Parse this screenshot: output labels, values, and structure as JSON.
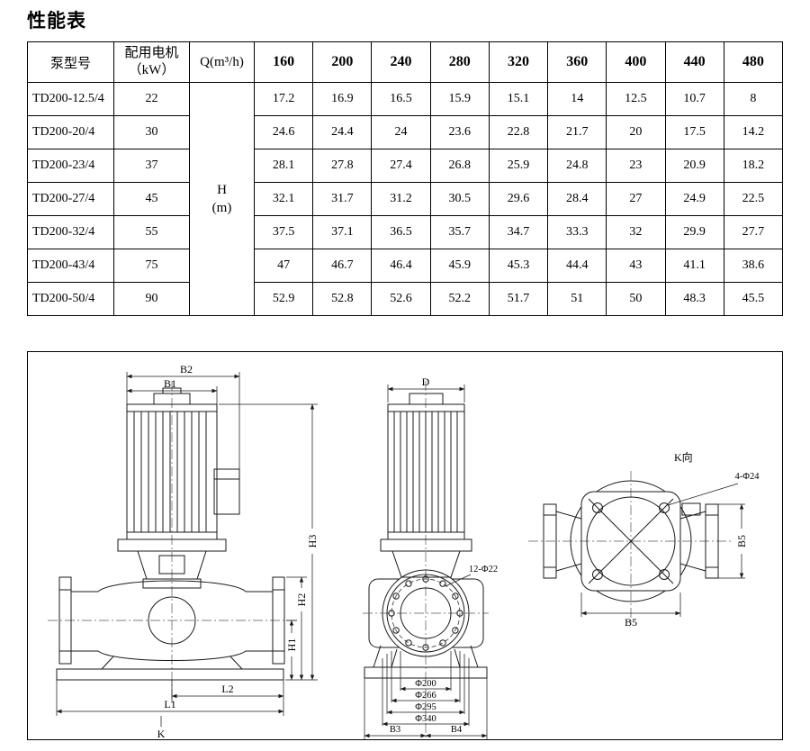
{
  "page": {
    "title": "性能表"
  },
  "table": {
    "headers": {
      "model": "泵型号",
      "motor_line1": "配用电机",
      "motor_line2": "（kW）",
      "q": "Q(m³/h)",
      "flow_values": [
        "160",
        "200",
        "240",
        "280",
        "320",
        "360",
        "400",
        "440",
        "480"
      ]
    },
    "h_unit_line1": "H",
    "h_unit_line2": "(m)",
    "rows": [
      {
        "model": "TD200-12.5/4",
        "kw": "22",
        "values": [
          "17.2",
          "16.9",
          "16.5",
          "15.9",
          "15.1",
          "14",
          "12.5",
          "10.7",
          "8"
        ]
      },
      {
        "model": "TD200-20/4",
        "kw": "30",
        "values": [
          "24.6",
          "24.4",
          "24",
          "23.6",
          "22.8",
          "21.7",
          "20",
          "17.5",
          "14.2"
        ]
      },
      {
        "model": "TD200-23/4",
        "kw": "37",
        "values": [
          "28.1",
          "27.8",
          "27.4",
          "26.8",
          "25.9",
          "24.8",
          "23",
          "20.9",
          "18.2"
        ]
      },
      {
        "model": "TD200-27/4",
        "kw": "45",
        "values": [
          "32.1",
          "31.7",
          "31.2",
          "30.5",
          "29.6",
          "28.4",
          "27",
          "24.9",
          "22.5"
        ]
      },
      {
        "model": "TD200-32/4",
        "kw": "55",
        "values": [
          "37.5",
          "37.1",
          "36.5",
          "35.7",
          "34.7",
          "33.3",
          "32",
          "29.9",
          "27.7"
        ]
      },
      {
        "model": "TD200-43/4",
        "kw": "75",
        "values": [
          "47",
          "46.7",
          "46.4",
          "45.9",
          "45.3",
          "44.4",
          "43",
          "41.1",
          "38.6"
        ]
      },
      {
        "model": "TD200-50/4",
        "kw": "90",
        "values": [
          "52.9",
          "52.8",
          "52.6",
          "52.2",
          "51.7",
          "51",
          "50",
          "48.3",
          "45.5"
        ]
      }
    ]
  },
  "drawing": {
    "front_view": {
      "b2": "B2",
      "b1": "B1",
      "h3": "H3",
      "h2": "H2",
      "h1": "H1",
      "l2": "L2",
      "l1": "L1",
      "k": "K"
    },
    "side_view": {
      "d": "D",
      "bolt_note": "12-Φ22",
      "phi200": "Φ200",
      "phi266": "Φ266",
      "phi295": "Φ295",
      "phi340": "Φ340",
      "b3": "B3",
      "b4": "B4"
    },
    "k_view": {
      "title": "K向",
      "bolt_note": "4-Φ24",
      "b5_vertical": "B5",
      "b5_bottom": "B5"
    }
  }
}
